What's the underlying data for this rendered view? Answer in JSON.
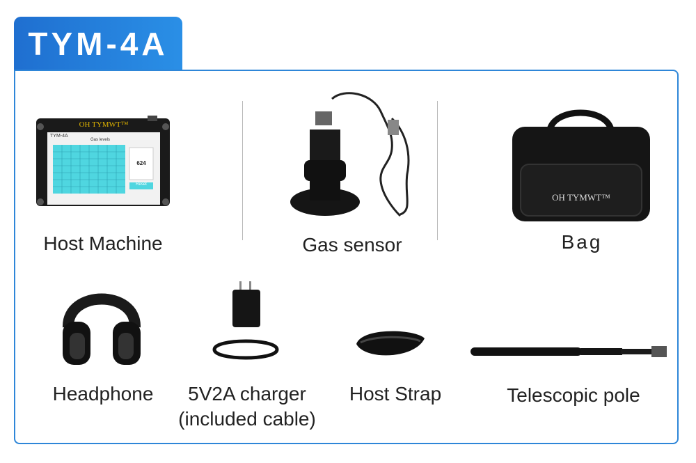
{
  "model": "TYM-4A",
  "items": [
    {
      "label": "Host Machine",
      "icon": "host-machine"
    },
    {
      "label": "Gas sensor",
      "icon": "gas-sensor"
    },
    {
      "label": "Bag",
      "icon": "bag"
    },
    {
      "label": "Headphone",
      "icon": "headphone"
    },
    {
      "label": "5V2A charger",
      "label2": "(included cable)",
      "icon": "charger"
    },
    {
      "label": "Host Strap",
      "icon": "strap"
    },
    {
      "label": "Telescopic pole",
      "icon": "telescopic-pole"
    }
  ],
  "host_screen": {
    "brand": "OH TYMWT™",
    "model": "TYM-4A",
    "chart_title": "Gas levels",
    "reading": "624",
    "button": "Reset"
  },
  "bag_brand": "OH TYMWT™",
  "colors": {
    "accent": "#2e86d8",
    "tab": "#1f6fd0"
  }
}
